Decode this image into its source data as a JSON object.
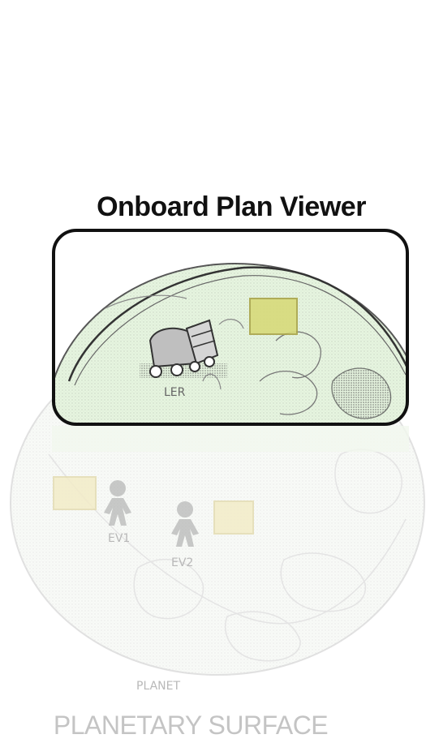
{
  "title": "Onboard Plan Viewer",
  "labels": {
    "rover": "LER",
    "astronaut_1": "EV1",
    "astronaut_2": "EV2",
    "planet": "PLANET"
  },
  "caption": "PLANETARY SURFACE",
  "colors": {
    "viewer_tint": "#e6f5df",
    "highlight_target": "#d7da7a",
    "faded_target": "#f3ecc8",
    "sketch_dark": "#444444",
    "sketch_faint": "#bdbdbd",
    "frame": "#111111"
  }
}
